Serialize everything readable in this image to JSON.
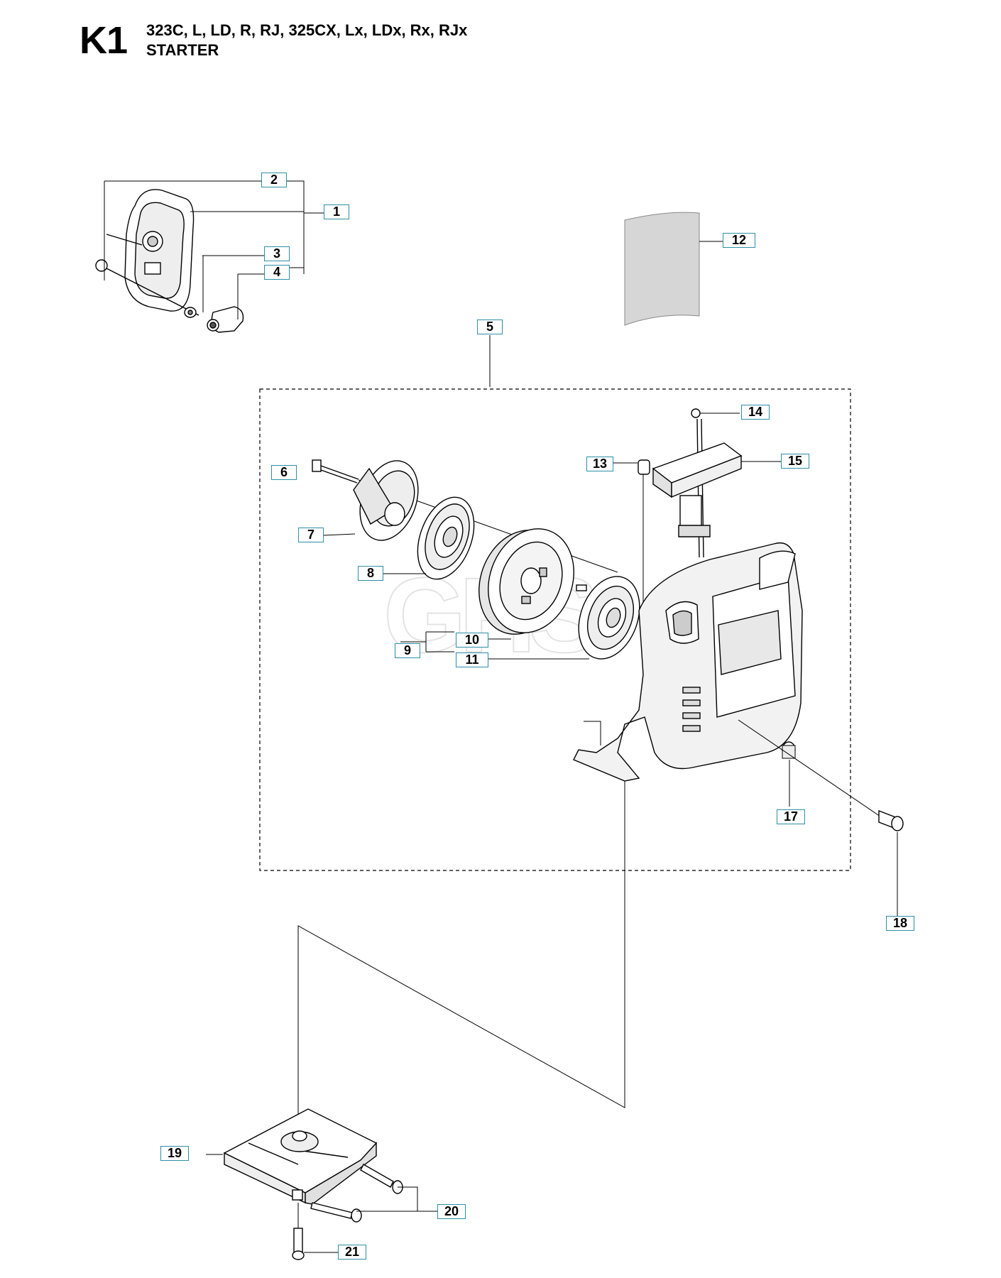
{
  "header": {
    "page_code": "K1",
    "models": "323C, L, LD, R, RJ, 325CX, Lx, LDx, Rx, RJx",
    "section_title": "STARTER"
  },
  "callouts": [
    "1",
    "2",
    "3",
    "4",
    "5",
    "6",
    "7",
    "8",
    "9",
    "10",
    "11",
    "12",
    "13",
    "14",
    "15",
    "17",
    "18",
    "19",
    "20",
    "21"
  ],
  "colors": {
    "callout_border": "#2b8fa6",
    "line": "#000000",
    "part_fill": "#ffffff",
    "part_shade": "#d8d8d8"
  }
}
